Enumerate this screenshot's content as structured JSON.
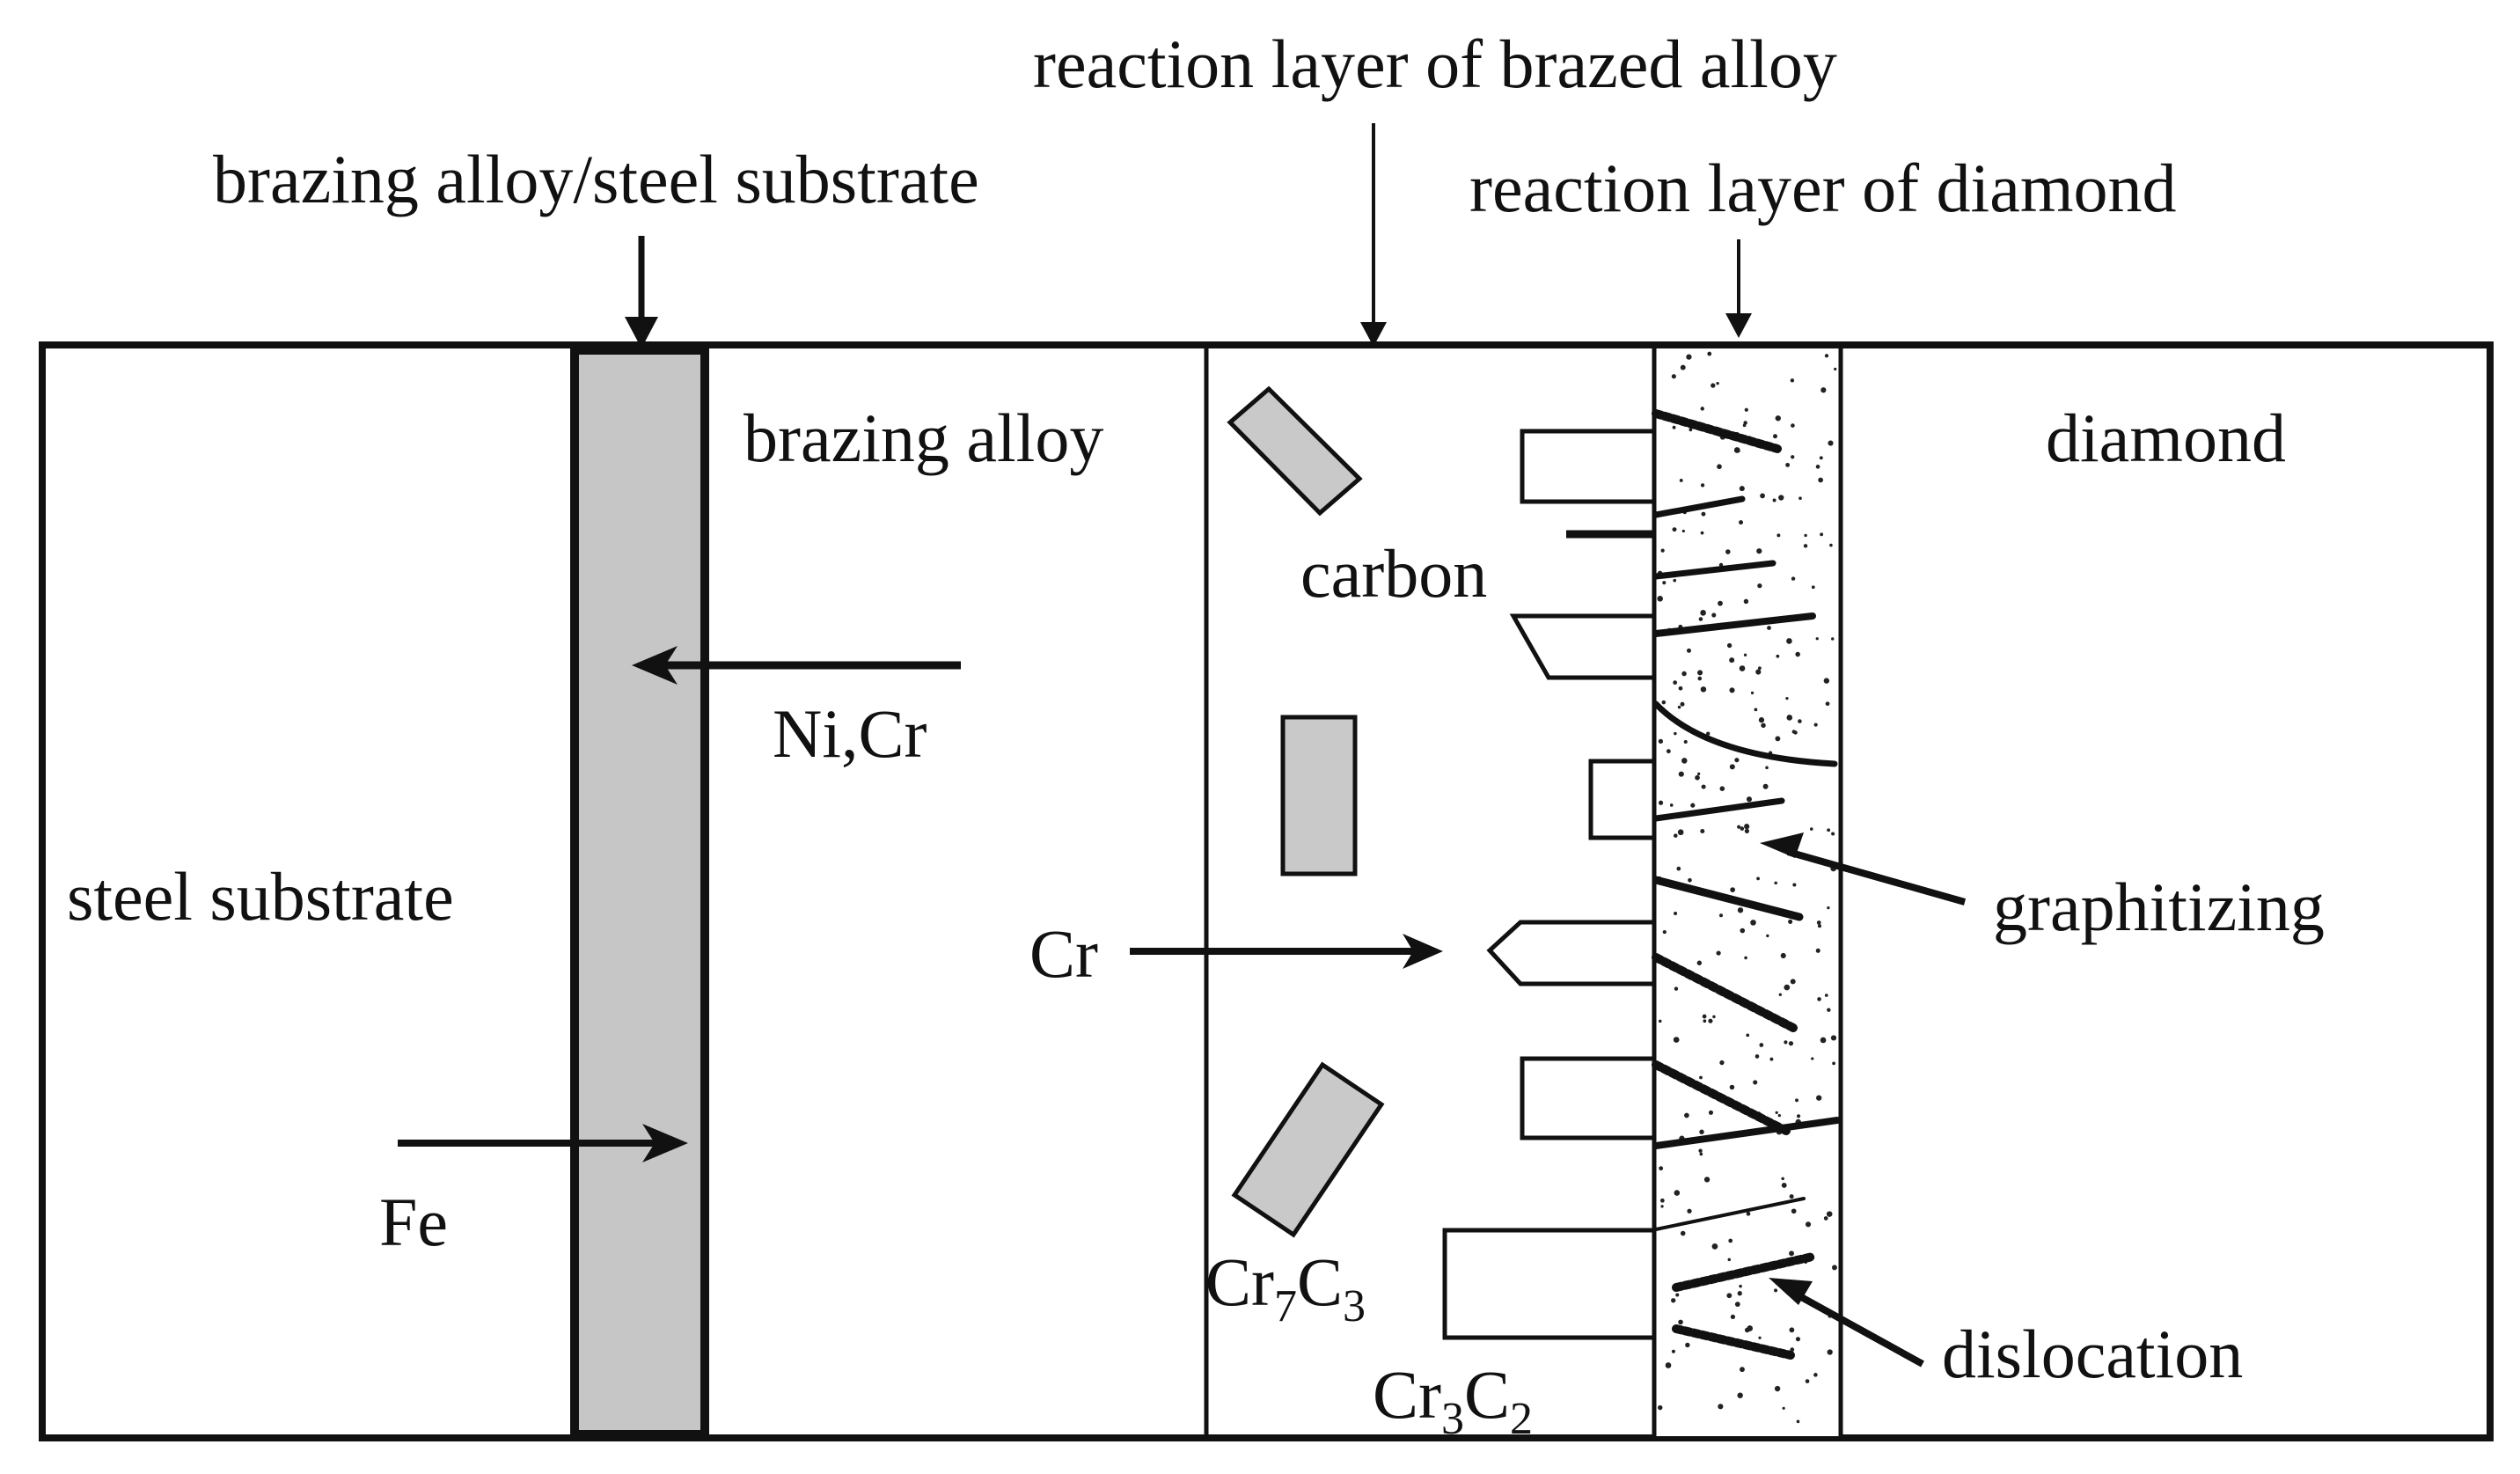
{
  "labels": {
    "brazing_interface": "brazing alloy/steel substrate",
    "reaction_brazed": "reaction layer of brazed alloy",
    "reaction_diamond": "reaction layer of diamond",
    "brazing_alloy": "brazing alloy",
    "diamond": "diamond",
    "carbon": "carbon",
    "ni_cr": "Ni,Cr",
    "steel_substrate": "steel substrate",
    "cr": "Cr",
    "graphitizing": "graphitizing",
    "fe": "Fe",
    "cr7c3": {
      "base1": "Cr",
      "sub1": "7",
      "base2": "C",
      "sub2": "3"
    },
    "cr3c2": {
      "base1": "Cr",
      "sub1": "3",
      "base2": "C",
      "sub2": "2"
    },
    "dislocation": "dislocation"
  },
  "colors": {
    "stroke": "#111111",
    "interlayer_fill": "#c6c6c6",
    "carbide_fill": "#c9c9c9",
    "background": "#ffffff"
  }
}
